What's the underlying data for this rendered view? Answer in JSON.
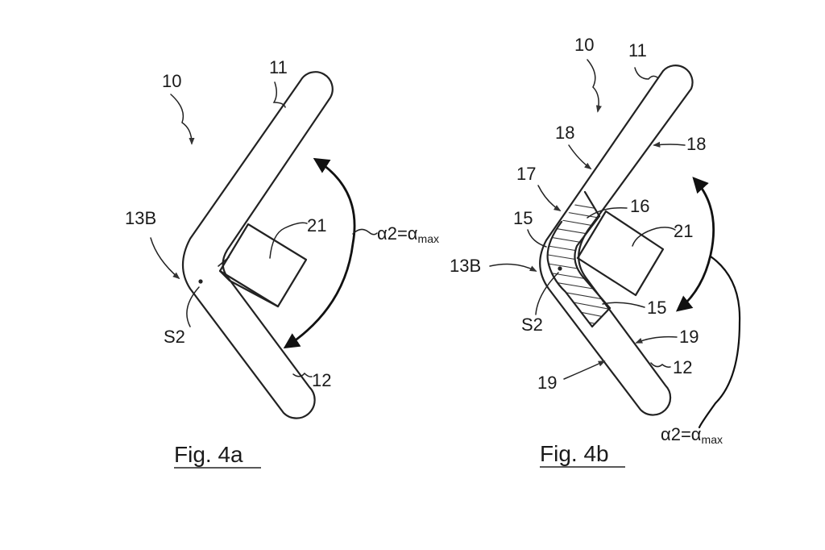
{
  "fig_a": {
    "caption": "Fig. 4a",
    "labels": {
      "assembly": "10",
      "arm_upper": "11",
      "arm_lower": "12",
      "bend": "13B",
      "point": "S2",
      "block": "21",
      "angle": "α2=α",
      "angle_sub": "max"
    }
  },
  "fig_b": {
    "caption": "Fig. 4b",
    "labels": {
      "assembly": "10",
      "arm_upper": "11",
      "arm_lower": "12",
      "bend": "13B",
      "point": "S2",
      "block": "21",
      "layer_a": "15",
      "layer_b": "15",
      "layer_inner": "16",
      "layer_outer": "17",
      "edge_upper_left": "18",
      "edge_upper_right": "18",
      "edge_lower_right": "19",
      "edge_lower_left": "19",
      "angle": "α2=α",
      "angle_sub": "max"
    }
  }
}
